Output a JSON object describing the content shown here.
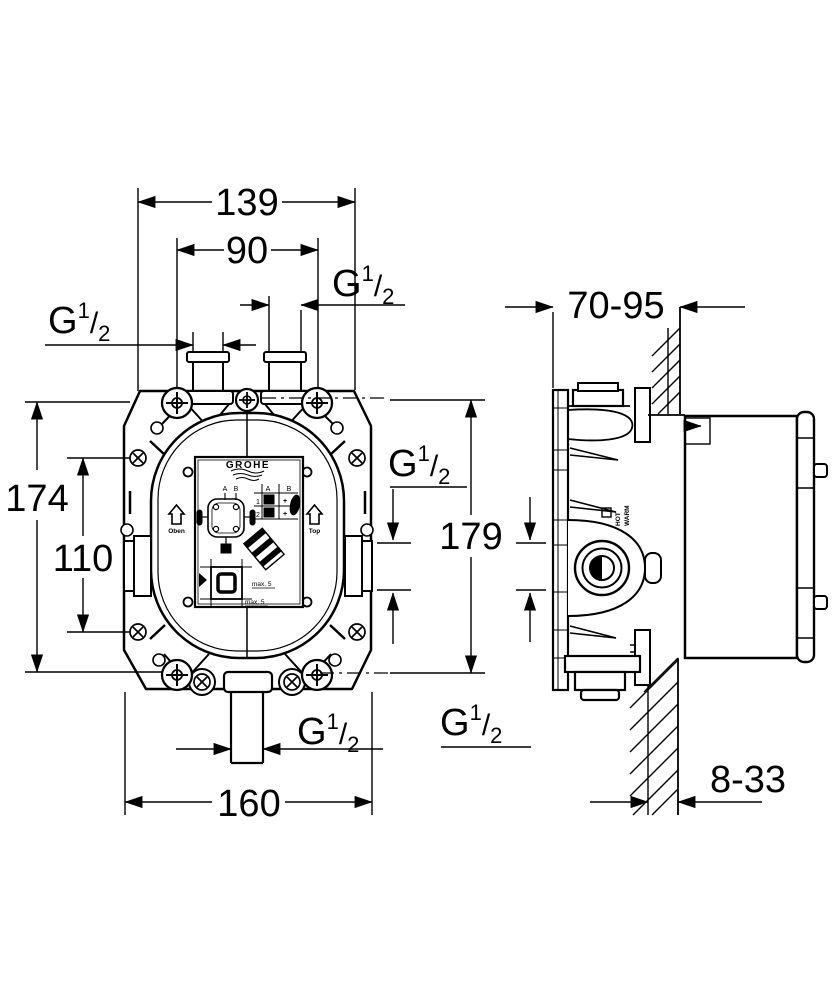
{
  "drawing": {
    "dims": {
      "top_width": "139",
      "port_spacing": "90",
      "overall_height": "174",
      "screw_spacing_v": "110",
      "bottom_width": "160",
      "depth_range": "70-95",
      "side_height": "179",
      "wall_thickness_range": "8-33"
    },
    "thread": {
      "prefix": "G",
      "numerator": "1",
      "slash": "/",
      "denominator": "2"
    },
    "sticker": {
      "brand": "GROHE",
      "label_a": "A",
      "label_b": "B",
      "row_1": "1",
      "row_2": "2",
      "plus": "+",
      "max_note": "max. 5"
    },
    "markings": {
      "left_arrow_label": "Oben",
      "right_arrow_label": "Top",
      "warm": "WARM",
      "hot": "HOT"
    }
  }
}
